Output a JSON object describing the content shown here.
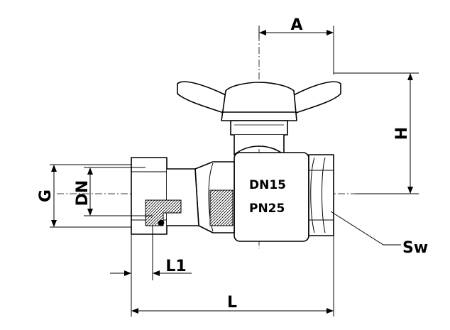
{
  "dimensions": {
    "a": "A",
    "h": "H",
    "g": "G",
    "dn": "DN",
    "sw": "Sw",
    "l1": "L1",
    "l": "L"
  },
  "body_markings": {
    "line1": "DN15",
    "line2": "PN25"
  },
  "colors": {
    "line": "#000000",
    "background": "#ffffff"
  }
}
